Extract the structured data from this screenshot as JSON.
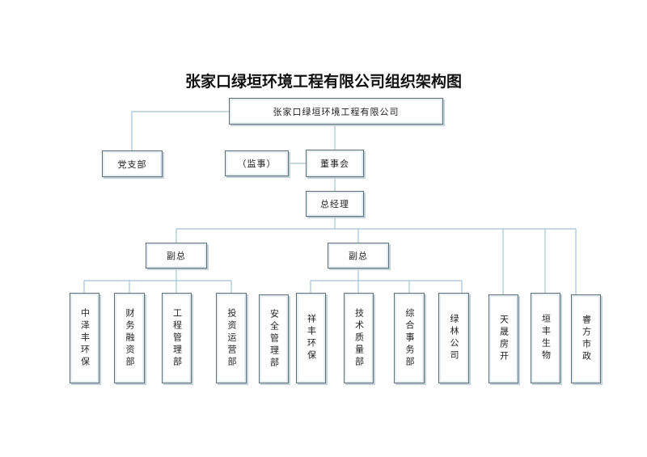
{
  "title": "张家口绿垣环境工程有限公司组织架构图",
  "nodes": {
    "company": "张家口绿垣环境工程有限公司",
    "party": "党支部",
    "supervisor": "（监事）",
    "board": "董事会",
    "gm": "总经理",
    "vp1": "副总",
    "vp2": "副总",
    "d1": "中泽丰环保",
    "d2": "财务融资部",
    "d3": "工程管理部",
    "d4": "投资运营部",
    "d5": "安全管理部",
    "d6": "祥丰环保",
    "d7": "技术质量部",
    "d8": "综合事务部",
    "d9": "绿林公司",
    "d10": "天晟房开",
    "d11": "垣丰生物",
    "d12": "睿方市政"
  },
  "colors": {
    "line": "#9fc3d6",
    "border": "#5e6f78"
  }
}
